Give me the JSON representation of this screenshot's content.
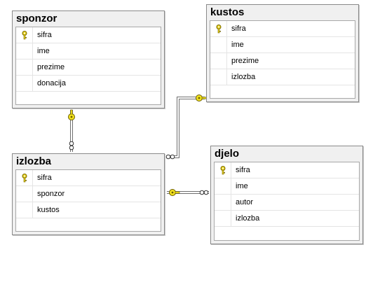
{
  "diagram": {
    "tables": [
      {
        "name": "sponzor",
        "columns": [
          {
            "name": "sifra",
            "primary_key": true
          },
          {
            "name": "ime",
            "primary_key": false
          },
          {
            "name": "prezime",
            "primary_key": false
          },
          {
            "name": "donacija",
            "primary_key": false
          }
        ]
      },
      {
        "name": "kustos",
        "columns": [
          {
            "name": "sifra",
            "primary_key": true
          },
          {
            "name": "ime",
            "primary_key": false
          },
          {
            "name": "prezime",
            "primary_key": false
          },
          {
            "name": "izlozba",
            "primary_key": false
          }
        ]
      },
      {
        "name": "izlozba",
        "columns": [
          {
            "name": "sifra",
            "primary_key": true
          },
          {
            "name": "sponzor",
            "primary_key": false
          },
          {
            "name": "kustos",
            "primary_key": false
          }
        ]
      },
      {
        "name": "djelo",
        "columns": [
          {
            "name": "sifra",
            "primary_key": true
          },
          {
            "name": "ime",
            "primary_key": false
          },
          {
            "name": "autor",
            "primary_key": false
          },
          {
            "name": "izlozba",
            "primary_key": false
          }
        ]
      }
    ],
    "relationships": [
      {
        "one": "sponzor",
        "many": "izlozba"
      },
      {
        "one": "kustos",
        "many": "izlozba"
      },
      {
        "one": "izlozba",
        "many": "djelo"
      }
    ],
    "colors": {
      "key_icon": "#e8d21c",
      "connector_end": "#f2e21e"
    },
    "icons": {
      "primary_key": "key-icon",
      "one_end": "key-icon",
      "many_end": "infinity-icon"
    }
  }
}
